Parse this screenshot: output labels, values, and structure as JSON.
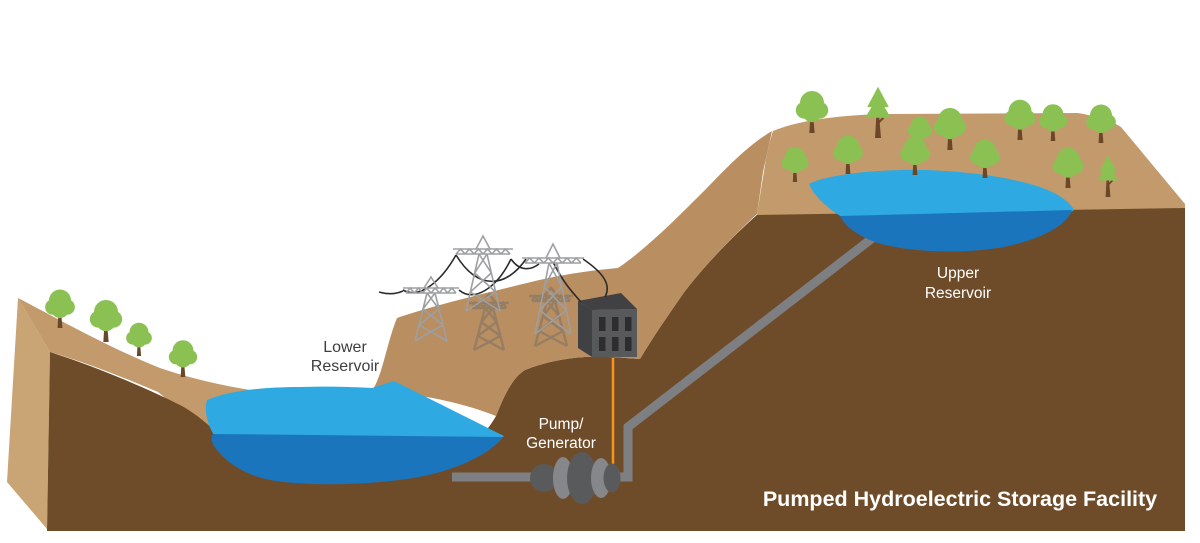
{
  "diagram": {
    "title": "Pumped Hydroelectric Storage Facility",
    "labels": {
      "lower_reservoir": {
        "line1": "Lower",
        "line2": "Reservoir"
      },
      "upper_reservoir": {
        "line1": "Upper",
        "line2": "Reservoir"
      },
      "pump_generator": {
        "line1": "Pump/",
        "line2": "Generator"
      }
    },
    "colors": {
      "ground_top": "#C39A6B",
      "ground_slope": "#B98E60",
      "ground_side": "#C9A474",
      "ground_dark": "#6F4C29",
      "water_light": "#2FA9E1",
      "water_dark": "#1B75BC",
      "tree_green": "#8BC053",
      "tree_trunk": "#6B4628",
      "pylon_gray": "#9D9FA2",
      "pylon_shadow": "rgba(115,110,104,0.5)",
      "wire_dark": "#2B2B2B",
      "building_front": "#58595B",
      "building_dark": "#414042",
      "window_dark": "#2D2D2F",
      "pipe_gray": "#7D7F82",
      "turbine_dark": "#595A5C",
      "turbine_light": "#85878A",
      "cable_orange": "#F7941E",
      "label_dark": "#3E3E40",
      "label_light": "#FFFFFF"
    }
  }
}
